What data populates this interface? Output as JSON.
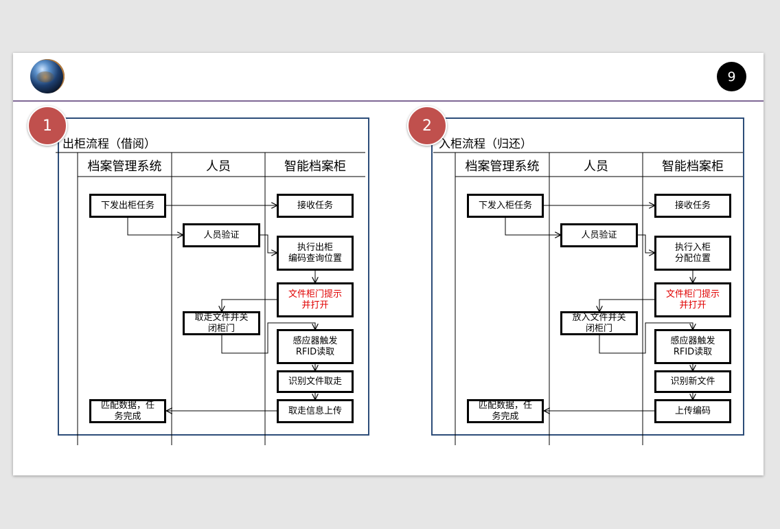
{
  "page_number": "9",
  "flows": [
    {
      "badge": "1",
      "title": "出柜流程（借阅）",
      "lanes": [
        "档案管理系统",
        "人员",
        "智能档案柜"
      ],
      "steps": {
        "issue_task": "下发出柜任务",
        "receive_task": "接收任务",
        "verify_person": "人员验证",
        "execute_query": "执行出柜\n编码查询位置",
        "door_prompt": "文件柜门提示\n并打开",
        "person_action": "取走文件并关\n闭柜门",
        "sensor_rfid": "感应器触发\nRFID读取",
        "identify": "识别文件取走",
        "upload": "取走信息上传",
        "match_done": "匹配数据，任\n务完成"
      }
    },
    {
      "badge": "2",
      "title": "入柜流程（归还）",
      "lanes": [
        "档案管理系统",
        "人员",
        "智能档案柜"
      ],
      "steps": {
        "issue_task": "下发入柜任务",
        "receive_task": "接收任务",
        "verify_person": "人员验证",
        "execute_query": "执行入柜\n分配位置",
        "door_prompt": "文件柜门提示\n并打开",
        "person_action": "放入文件并关\n闭柜门",
        "sensor_rfid": "感应器触发\nRFID读取",
        "identify": "识别新文件",
        "upload": "上传编码",
        "match_done": "匹配数据，任\n务完成"
      }
    }
  ],
  "colors": {
    "panel_border": "#2c4c78",
    "badge": "#c0504d",
    "header_line": "#7e6794",
    "highlight_text": "#e00000"
  }
}
